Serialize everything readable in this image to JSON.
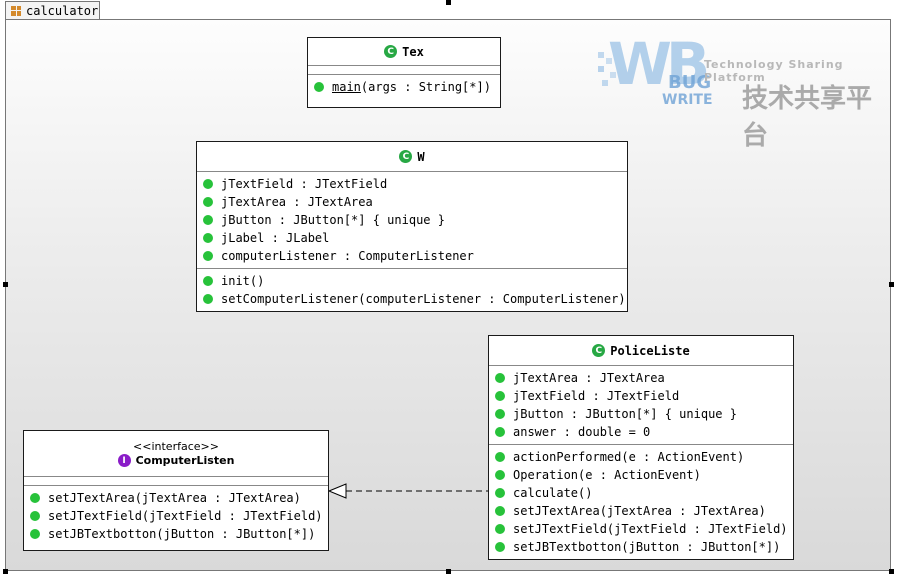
{
  "tab": {
    "label": "calculator",
    "icon": "package-icon"
  },
  "watermark": {
    "logo": "WB",
    "bug": "BUG",
    "write": "WRITE",
    "tagline": "Technology Sharing Platform",
    "tagline_cn": "技术共享平台"
  },
  "classes": {
    "text": {
      "name": "Tex",
      "icon": "class-icon",
      "operations": [
        {
          "name": "main",
          "sig": "(args : String[*])"
        }
      ]
    },
    "win": {
      "name": "W",
      "icon": "class-icon",
      "attributes": [
        "jTextField : JTextField",
        "jTextArea : JTextArea",
        "jButton : JButton[*] { unique }",
        "jLabel : JLabel",
        "computerListener : ComputerListener"
      ],
      "operations": [
        "init()",
        "setComputerListener(computerListener : ComputerListener)"
      ]
    },
    "police": {
      "name": "PoliceListe",
      "icon": "class-icon",
      "attributes": [
        "jTextArea : JTextArea",
        "jTextField : JTextField",
        "jButton : JButton[*] { unique }",
        "answer : double = 0"
      ],
      "operations": [
        "actionPerformed(e : ActionEvent)",
        "Operation(e : ActionEvent)",
        "calculate()",
        "setJTextArea(jTextArea : JTextArea)",
        "setJTextField(jTextField : JTextField)",
        "setJBTextbotton(jButton : JButton[*])"
      ]
    },
    "listener": {
      "stereotype": "<<interface>>",
      "name": "ComputerListen",
      "icon": "interface-icon",
      "operations": [
        "setJTextArea(jTextArea : JTextArea)",
        "setJTextField(jTextField : JTextField)",
        "setJBTextbotton(jButton : JButton[*])"
      ]
    }
  },
  "colors": {
    "class_icon": "#27a844",
    "interface_icon": "#8a1cc8",
    "member_dot": "#27c23a"
  }
}
